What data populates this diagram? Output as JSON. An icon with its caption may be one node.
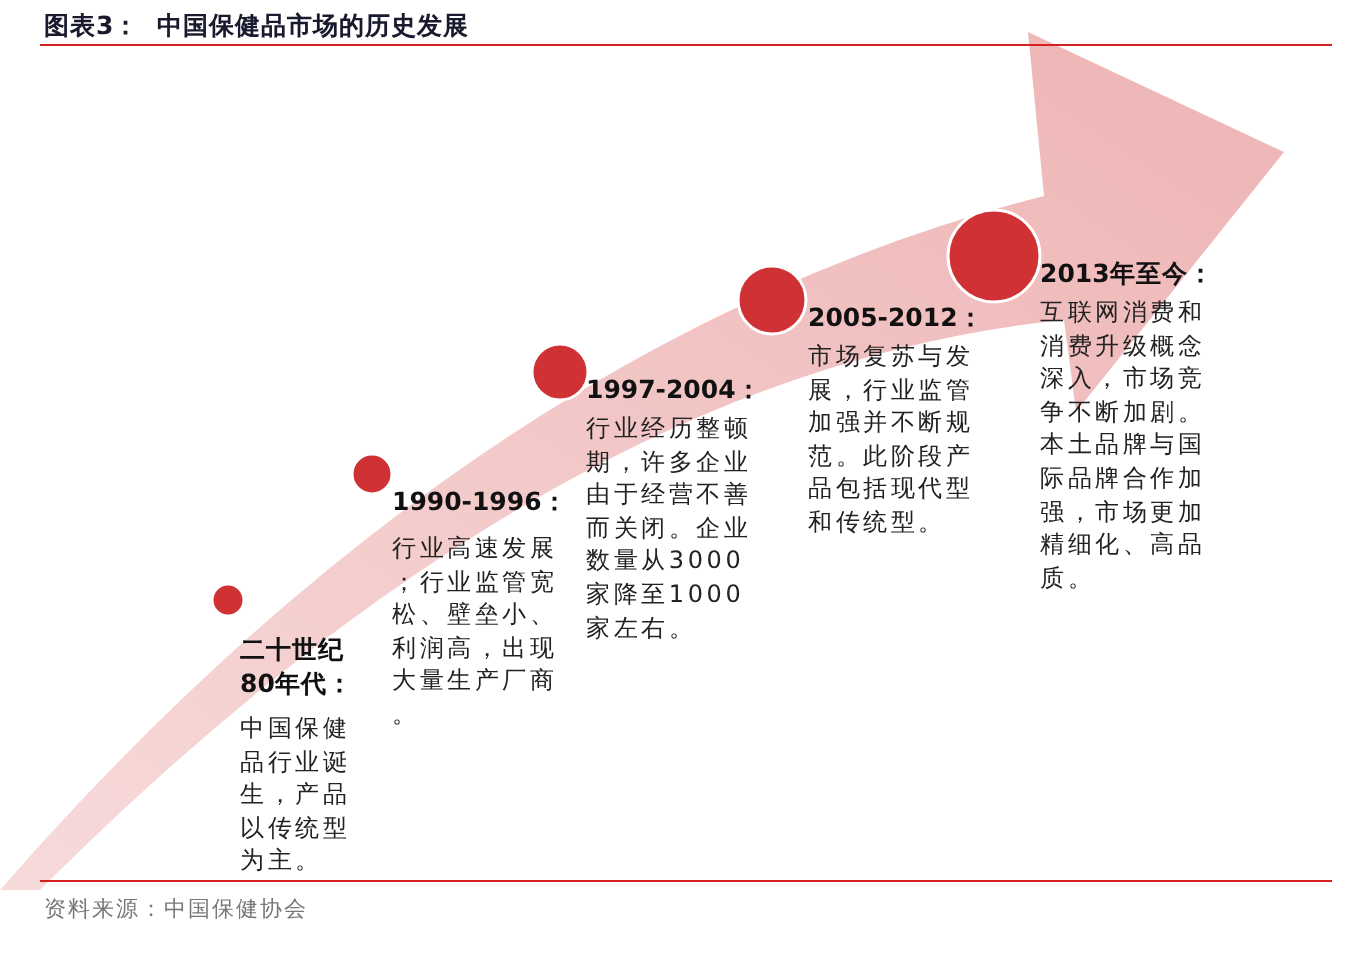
{
  "diagram": {
    "title": "图表3：  中国保健品市场的历史发展",
    "caption": "资料来源：中国保健协会",
    "nodes": [
      {
        "text": [
          "二十世纪80年代：",
          "中国保健品行业诞生，产品以传统型为主。"
        ]
      },
      {
        "text": [
          "1990-1996：",
          "行业高速发展；行业监管宽松、壁垒小、利润高，出现大量生产厂商。"
        ]
      },
      {
        "text": [
          "1997-2004：",
          "行业经历整顿期，许多企业由于经营不善而关闭。企业数量从3000家降至1000家左右。"
        ]
      },
      {
        "text": [
          "2005-2012：",
          "市场复苏与发展，行业监管加强并不断规范。此阶段产品包括现代型和传统型。"
        ]
      },
      {
        "text": [
          "2013年至今：",
          "互联网消费和消费升级概念深入，市场竞争不断加剧。本土品牌与国际品牌合作加强，市场更加精细化、高品质。"
        ]
      }
    ]
  }
}
